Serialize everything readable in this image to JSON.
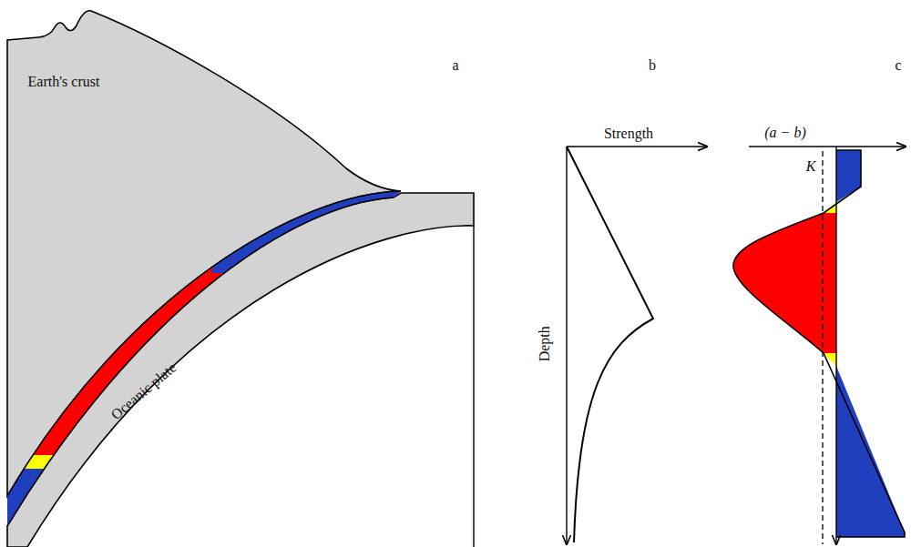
{
  "diagram": {
    "labels": [
      "Earth's crust",
      "Oceanic plate",
      "a",
      "Strength",
      "Depth",
      "b",
      "(a − b)",
      "K",
      "c"
    ]
  }
}
